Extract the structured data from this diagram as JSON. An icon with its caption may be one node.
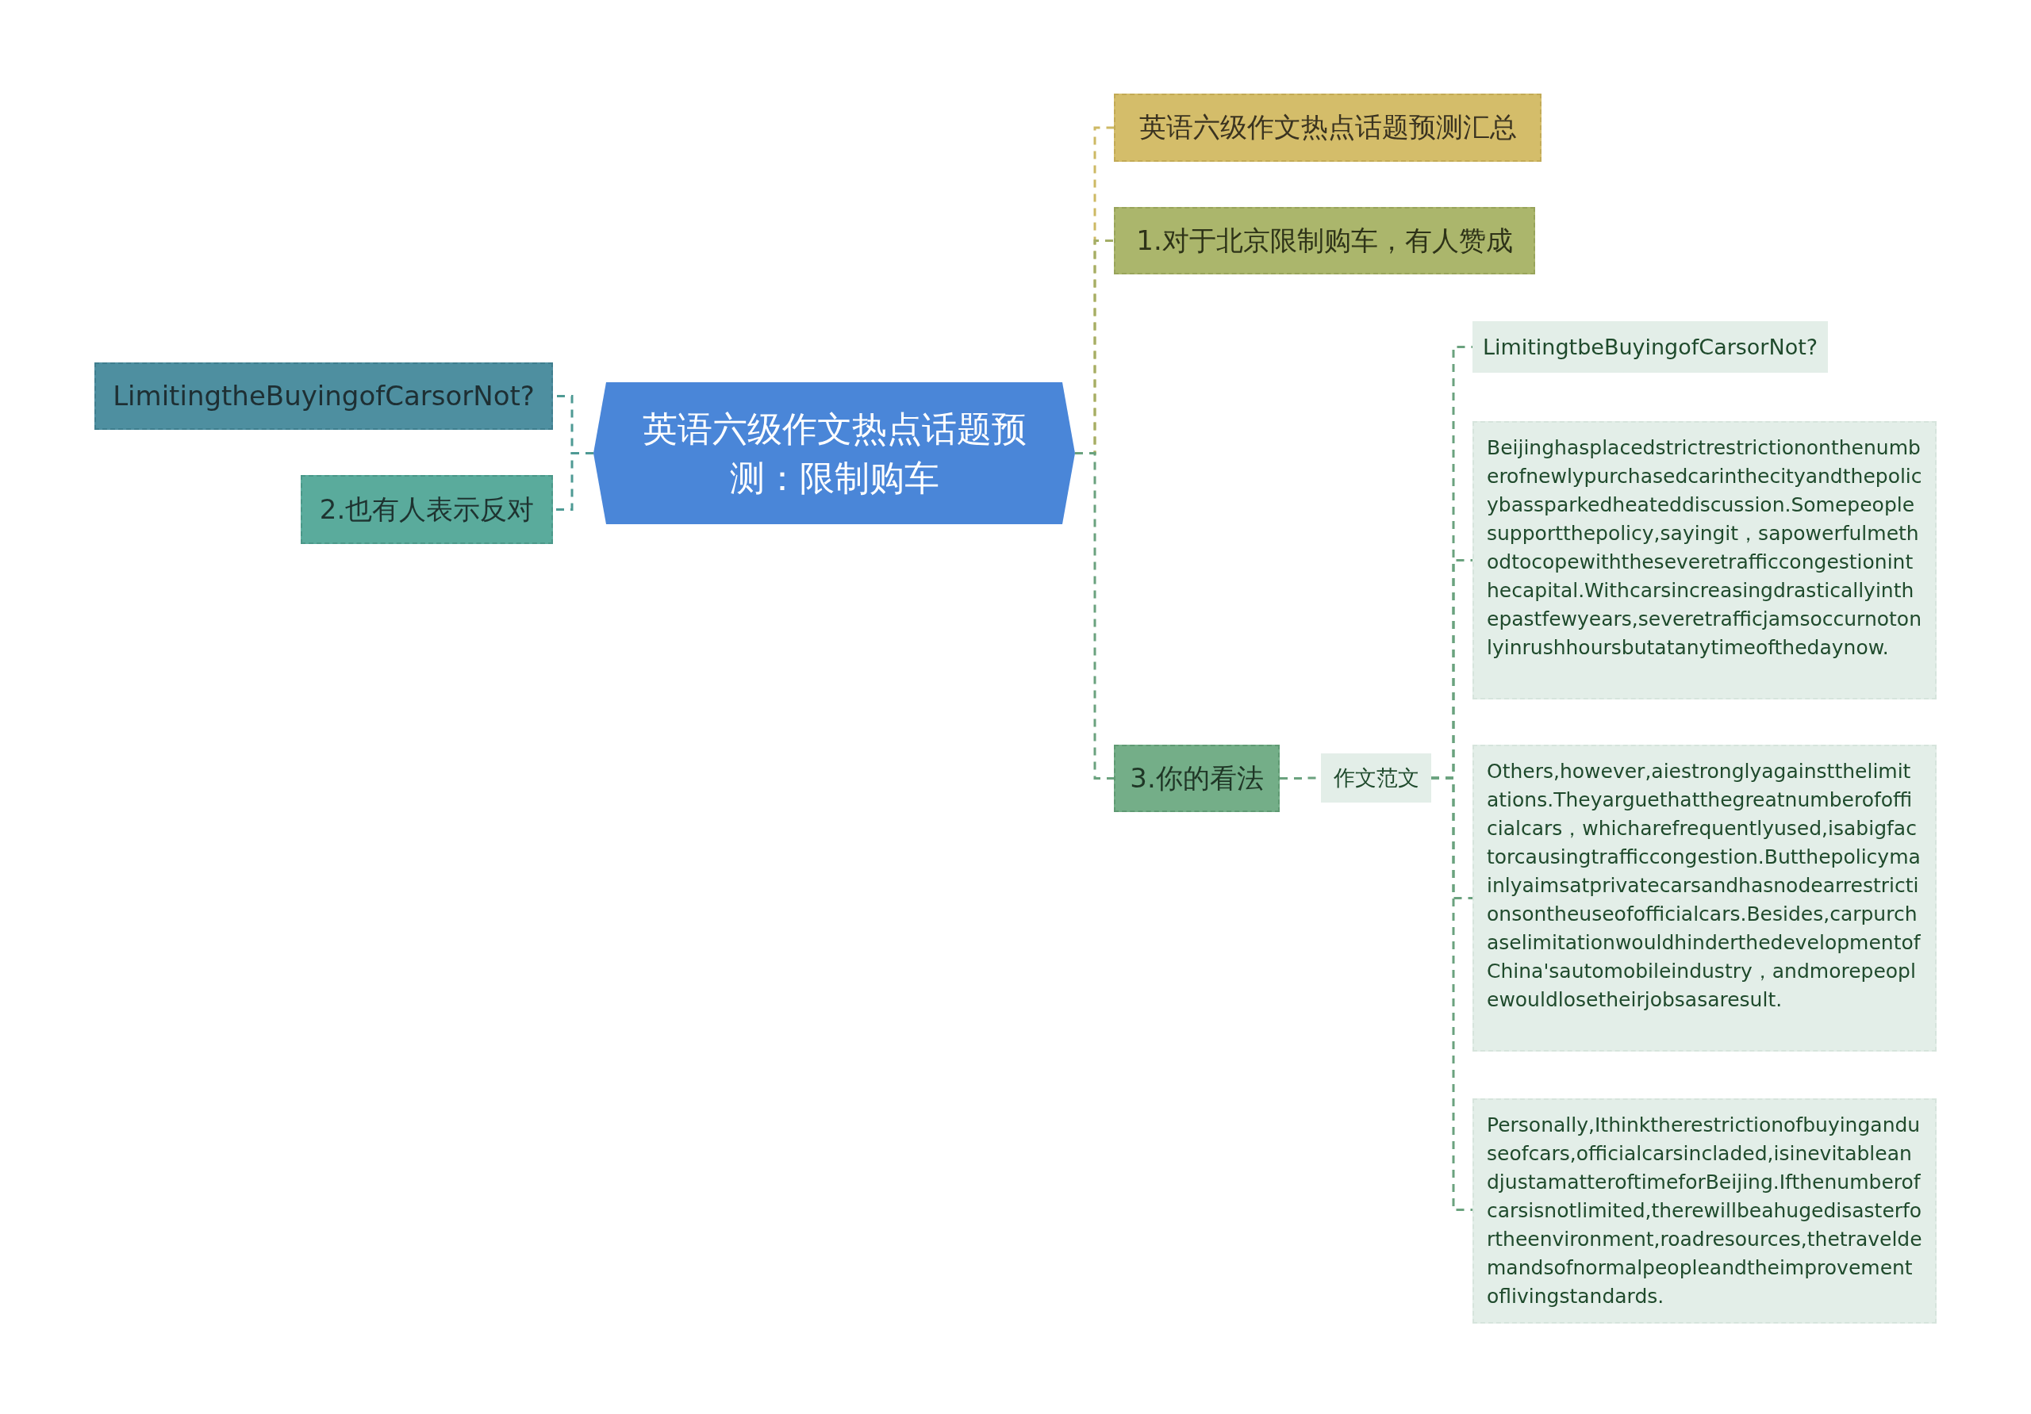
{
  "diagram": {
    "nodes": [
      {
        "text": [
          "英语六级作文热点话题预测：限制购车"
        ]
      },
      {
        "text": [
          "英语六级作文热点话题预测汇总"
        ]
      },
      {
        "text": [
          "1.对于北京限制购车，有人赞成"
        ]
      },
      {
        "text": [
          "3.你的看法"
        ]
      },
      {
        "text": [
          "作文范文"
        ]
      },
      {
        "text": [
          "LimitingtbeBuyingofCarsorNot?"
        ]
      },
      {
        "text": [
          "Beijinghasplacedstrictrestrictiononthenumberofnewlypurchasedcarinthecityandthepolicybassparkedheateddiscussion.Somepeoplesupportthepolicy,sayingit，sapowerfulmethodtocopewiththeseveretrafficcongestioninthecapital.Withcarsincreasingdrasticallyinthepastfewyears,severetrafficjamsoccurnotonlyinrushhoursbutatanytimeofthedaynow."
        ]
      },
      {
        "text": [
          "Others,however,aiestronglyagainstthelimitations.Theyarguethatthegreatnumberofofficialcars，whicharefrequentlyused,isabigfactorcausingtrafficcongestion.Butthepolicymainlyaimsatprivatecarsandhasnodearrestrictionsontheuseofofficialcars.Besides,carpurchaselimitationwouldhinderthedevelopmentofChina'sautomobileindustry，andmorepeoplewouldlosetheirjobsasaresult."
        ]
      },
      {
        "text": [
          "Personally,Ithinktherestrictionofbuyinganduseofcars,officialcarsincladed,isinevitableandjustamatteroftimeforBeijing.Ifthenumberofcarsisnotlimited,therewillbeahugedisasterfortheenvironment,roadresources,thetraveldemandsofnormalpeopleandtheimprovementoflivingstandards."
        ]
      },
      {
        "text": [
          "LimitingtheBuyingofCarsorNot?"
        ]
      },
      {
        "text": [
          "2.也有人表示反对"
        ]
      }
    ],
    "edges": [
      {
        "from": 0,
        "to": 1,
        "arrow": "none",
        "color": "#cdb964"
      },
      {
        "from": 0,
        "to": 2,
        "arrow": "none",
        "color": "#a4ae66"
      },
      {
        "from": 0,
        "to": 3,
        "arrow": "none"
      },
      {
        "from": 3,
        "to": 4,
        "arrow": "none"
      },
      {
        "from": 4,
        "to": 5,
        "arrow": "none"
      },
      {
        "from": 4,
        "to": 6,
        "arrow": "none"
      },
      {
        "from": 4,
        "to": 7,
        "arrow": "none"
      },
      {
        "from": 4,
        "to": 8,
        "arrow": "none"
      },
      {
        "from": 0,
        "to": 9,
        "arrow": "none",
        "color": "#4e9a94"
      },
      {
        "from": 0,
        "to": 10,
        "arrow": "none",
        "color": "#4e9a94"
      }
    ]
  }
}
